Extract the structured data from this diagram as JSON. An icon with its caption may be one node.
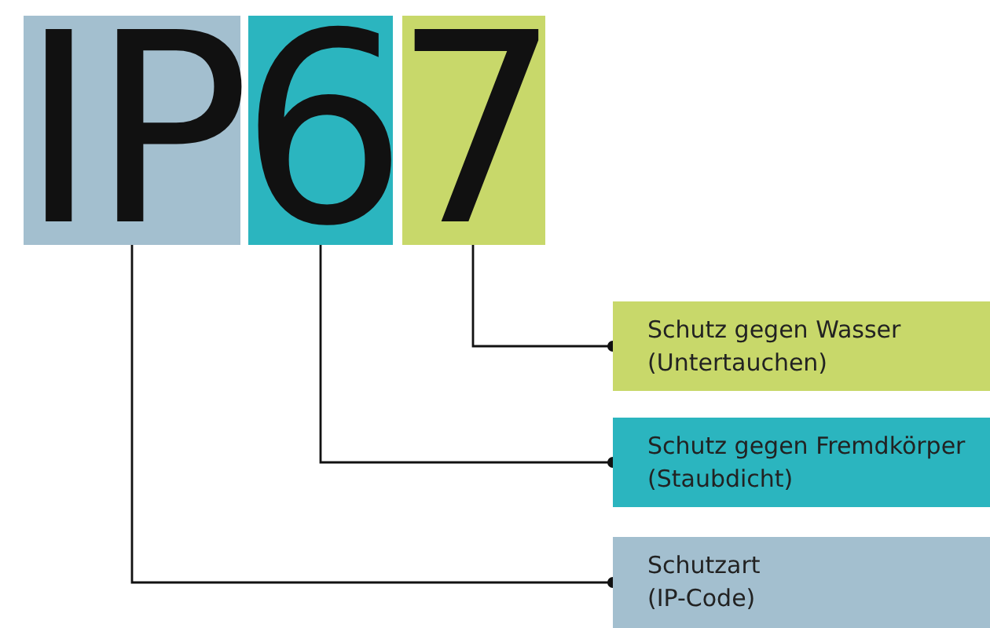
{
  "diagram": {
    "nodes": [
      {
        "text": [
          "IP"
        ]
      },
      {
        "text": [
          "6"
        ]
      },
      {
        "text": [
          "7"
        ]
      },
      {
        "text": [
          "Schutz gegen Wasser",
          "(Untertauchen)"
        ]
      },
      {
        "text": [
          "Schutz gegen Fremdkörper",
          "(Staubdicht)"
        ]
      },
      {
        "text": [
          "Schutzart",
          "(IP-Code)"
        ]
      }
    ],
    "edges": [
      {
        "from": 2,
        "to": 3,
        "arrow": "other"
      },
      {
        "from": 1,
        "to": 4,
        "arrow": "other"
      },
      {
        "from": 0,
        "to": 5,
        "arrow": "other"
      }
    ]
  }
}
